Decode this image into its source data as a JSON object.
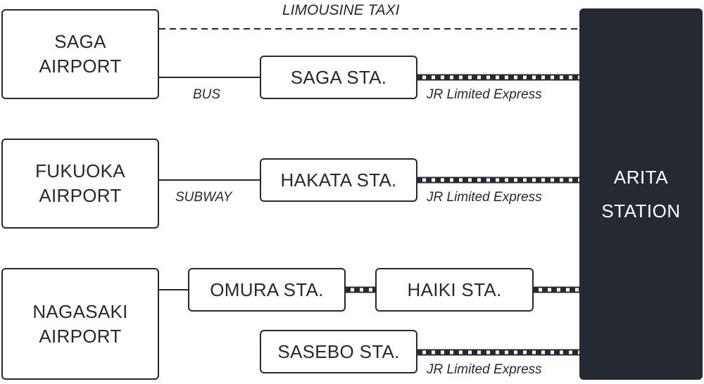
{
  "destination": {
    "label": "ARITA\nSTATION"
  },
  "airports": {
    "saga": "SAGA\nAIRPORT",
    "fukuoka": "FUKUOKA\nAIRPORT",
    "nagasaki": "NAGASAKI\nAIRPORT"
  },
  "stations": {
    "saga": "SAGA STA.",
    "hakata": "HAKATA STA.",
    "omura": "OMURA STA.",
    "haiki": "HAIKI STA.",
    "sasebo": "SASEBO STA."
  },
  "routes": {
    "limousine": "LIMOUSINE TAXI",
    "bus": "BUS",
    "subway": "SUBWAY",
    "jr_saga": "JR Limited Express",
    "jr_hakata": "JR Limited Express",
    "jr_sasebo": "JR Limited Express"
  },
  "colors": {
    "ink": "#252a32",
    "background": "#ffffff"
  }
}
